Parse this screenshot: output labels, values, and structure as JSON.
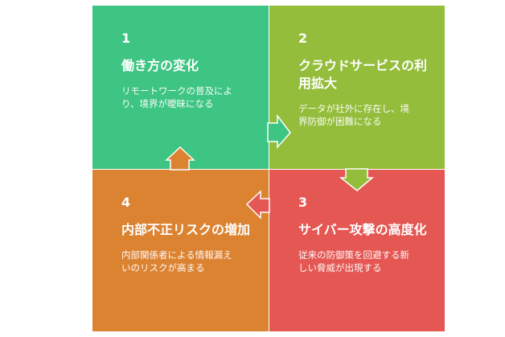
{
  "quadrants": [
    {
      "number": "1",
      "title": "働き方の変化",
      "description": "リモートワークの普及により、境界が曖昧になる",
      "color": "#3ec583"
    },
    {
      "number": "2",
      "title": "クラウドサービスの利用拡大",
      "description": "データが社外に存在し、境界防御が困難になる",
      "color": "#93bd3a"
    },
    {
      "number": "3",
      "title": "サイバー攻撃の高度化",
      "description": "従来の防御策を回避する新しい脅威が出現する",
      "color": "#e45753"
    },
    {
      "number": "4",
      "title": "内部不正リスクの増加",
      "description": "内部関係者による情報漏えいのリスクが高まる",
      "color": "#dc8332"
    }
  ]
}
